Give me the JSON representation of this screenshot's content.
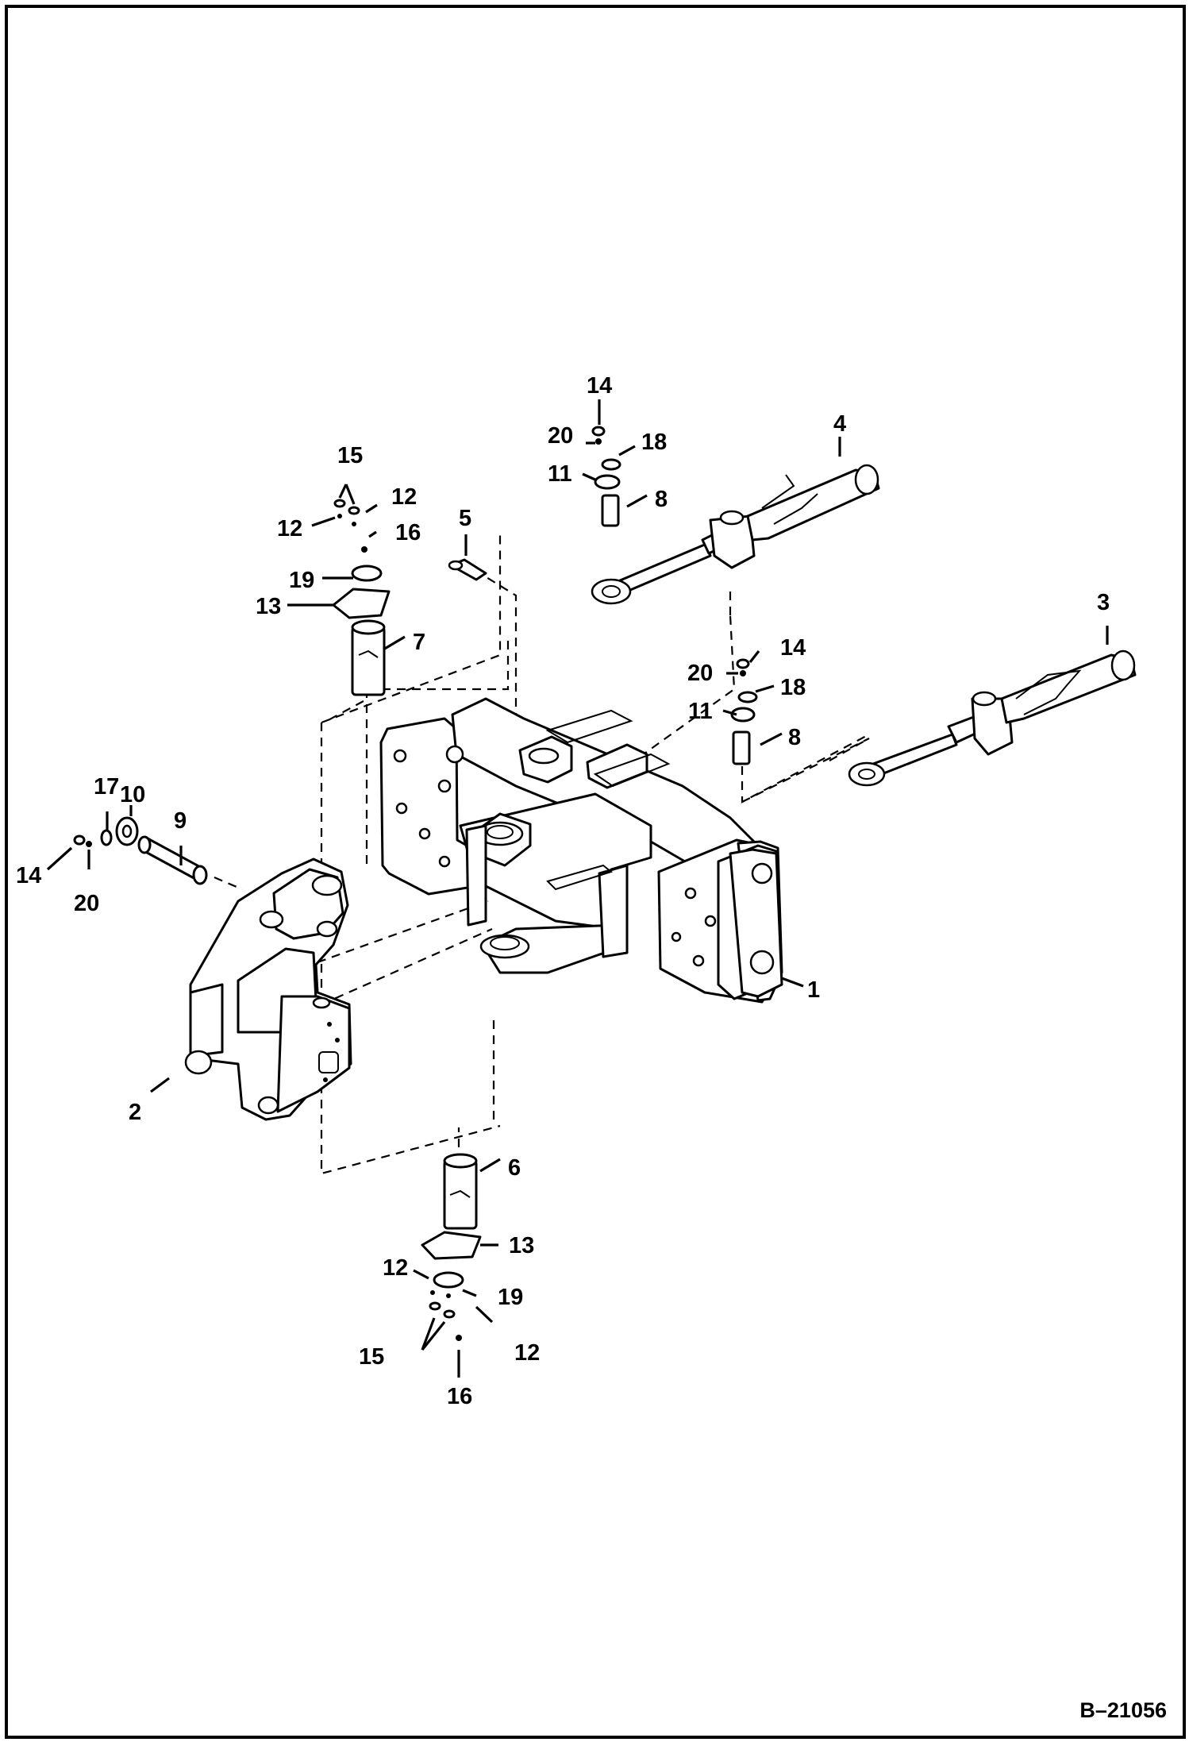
{
  "figure": {
    "reference": "B–21056",
    "item_numbers": {
      "frame": "1",
      "swing_casting": "2",
      "cylinder_right": "3",
      "cylinder_top": "4",
      "clip": "5",
      "pin_lower": "6",
      "pin_upper": "7",
      "bushing_top": "8",
      "bushing_right": "8",
      "pin_side": "9",
      "plate_side": "10",
      "washer_top": "11",
      "washer_right": "11",
      "bolt_upper_left": "12",
      "bolt_upper_right": "12",
      "bolt_lower_left": "12",
      "bolt_lower_right": "12",
      "plate_upper": "13",
      "plate_lower": "13",
      "screw_top": "14",
      "screw_right": "14",
      "screw_side": "14",
      "bolts_upper": "15",
      "bolts_lower": "15",
      "fitting_upper": "16",
      "fitting_lower": "16",
      "washer_side": "17",
      "ring_top": "18",
      "ring_right": "18",
      "ring_upper": "19",
      "ring_lower": "19",
      "lock_top": "20",
      "lock_right": "20",
      "lock_side": "20"
    }
  }
}
